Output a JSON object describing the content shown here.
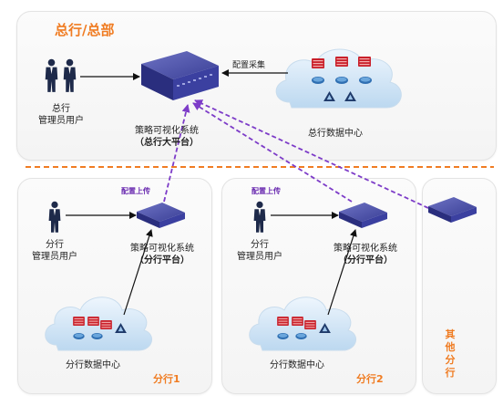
{
  "hq": {
    "title": "总行/总部",
    "admin_line1": "总行",
    "admin_line2": "管理员用户",
    "platform_line1": "策略可视化系统",
    "platform_line2": "（总行大平台）",
    "collect_label": "配置采集",
    "datacenter_label": "总行数据中心"
  },
  "branches": [
    {
      "upload_label": "配置上传",
      "admin_line1": "分行",
      "admin_line2": "管理员用户",
      "platform_line1": "策略可视化系统",
      "platform_line2": "（分行平台）",
      "datacenter_label": "分行数据中心",
      "name": "分行1"
    },
    {
      "upload_label": "配置上传",
      "admin_line1": "分行",
      "admin_line2": "管理员用户",
      "platform_line1": "策略可视化系统",
      "platform_line2": "（分行平台）",
      "datacenter_label": "分行数据中心",
      "name": "分行2"
    }
  ],
  "other": {
    "name_chars": [
      "其",
      "他",
      "分",
      "行"
    ]
  },
  "colors": {
    "accent": "#f07c22",
    "upload_arrow": "#7d3cc8",
    "device": "#33378c",
    "cloud": "#d2e6f7"
  }
}
